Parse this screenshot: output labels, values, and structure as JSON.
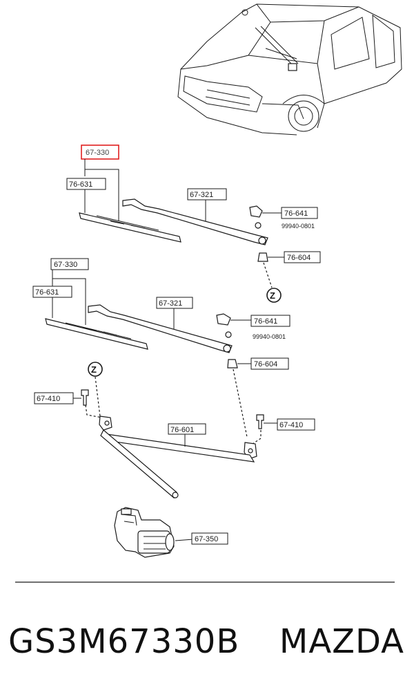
{
  "diagram": {
    "highlight_color": "#e02020",
    "callouts": {
      "upper_assembly": "67-330",
      "upper_blade": "76-631",
      "upper_arm": "67-321",
      "upper_cap": "76-641",
      "upper_nut": "99940-0801",
      "upper_pivot": "76-604",
      "lower_assembly": "67·330",
      "lower_blade": "76-631",
      "lower_arm": "67-321",
      "lower_cap": "76-641",
      "lower_nut": "99940-0801",
      "lower_pivot": "76-604",
      "left_bolt": "67-410",
      "right_bolt": "67-410",
      "linkage": "76-601",
      "motor": "67-350"
    },
    "ref_marks": {
      "upper_z": "Z",
      "lower_z": "Z"
    }
  },
  "footer": {
    "part_number": "GS3M67330B",
    "brand": "MAZDA"
  }
}
